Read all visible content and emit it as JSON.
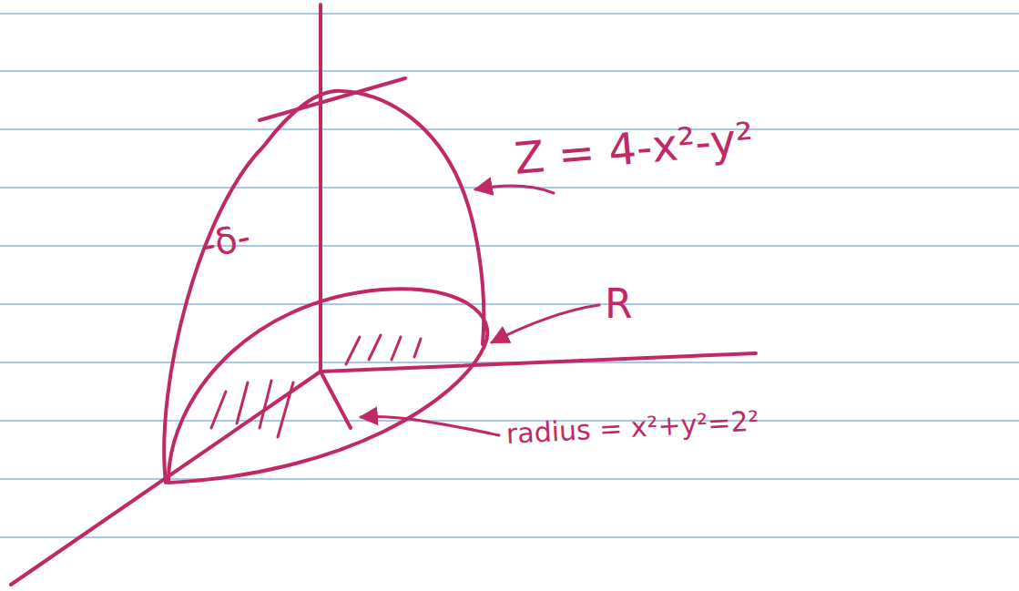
{
  "diagram": {
    "labels": [
      "-δ-",
      "Z = 4-x²-y²",
      "R",
      "radius = x²+y²=2²"
    ]
  }
}
